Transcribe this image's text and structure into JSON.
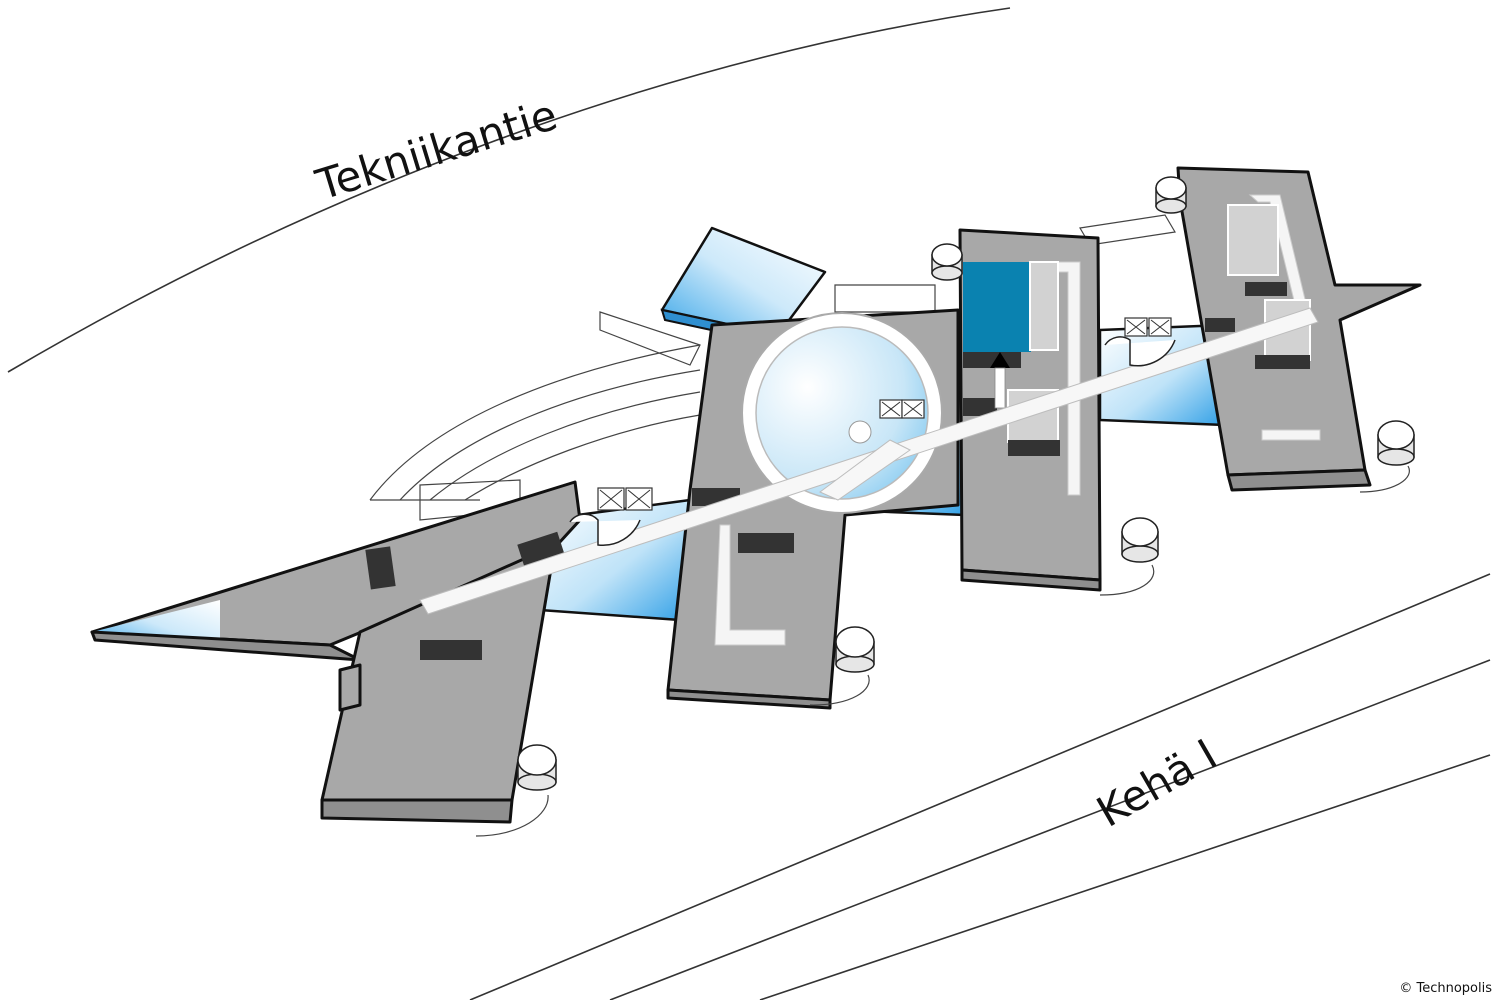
{
  "map": {
    "roads": [
      {
        "name": "Tekniikantie"
      },
      {
        "name": "Kehä I"
      }
    ],
    "copyright": "© Technopolis",
    "colors": {
      "building_roof": "#a8a8a8",
      "building_wall": "#8f8f8f",
      "glass": "#3ea8e8",
      "highlight_room": "#0a82b0",
      "corridor": "#f7f7f7",
      "dark_room": "#333333"
    },
    "markers": [
      {
        "icon": "location-arrow-icon",
        "meaning": "you-are-here"
      }
    ]
  }
}
